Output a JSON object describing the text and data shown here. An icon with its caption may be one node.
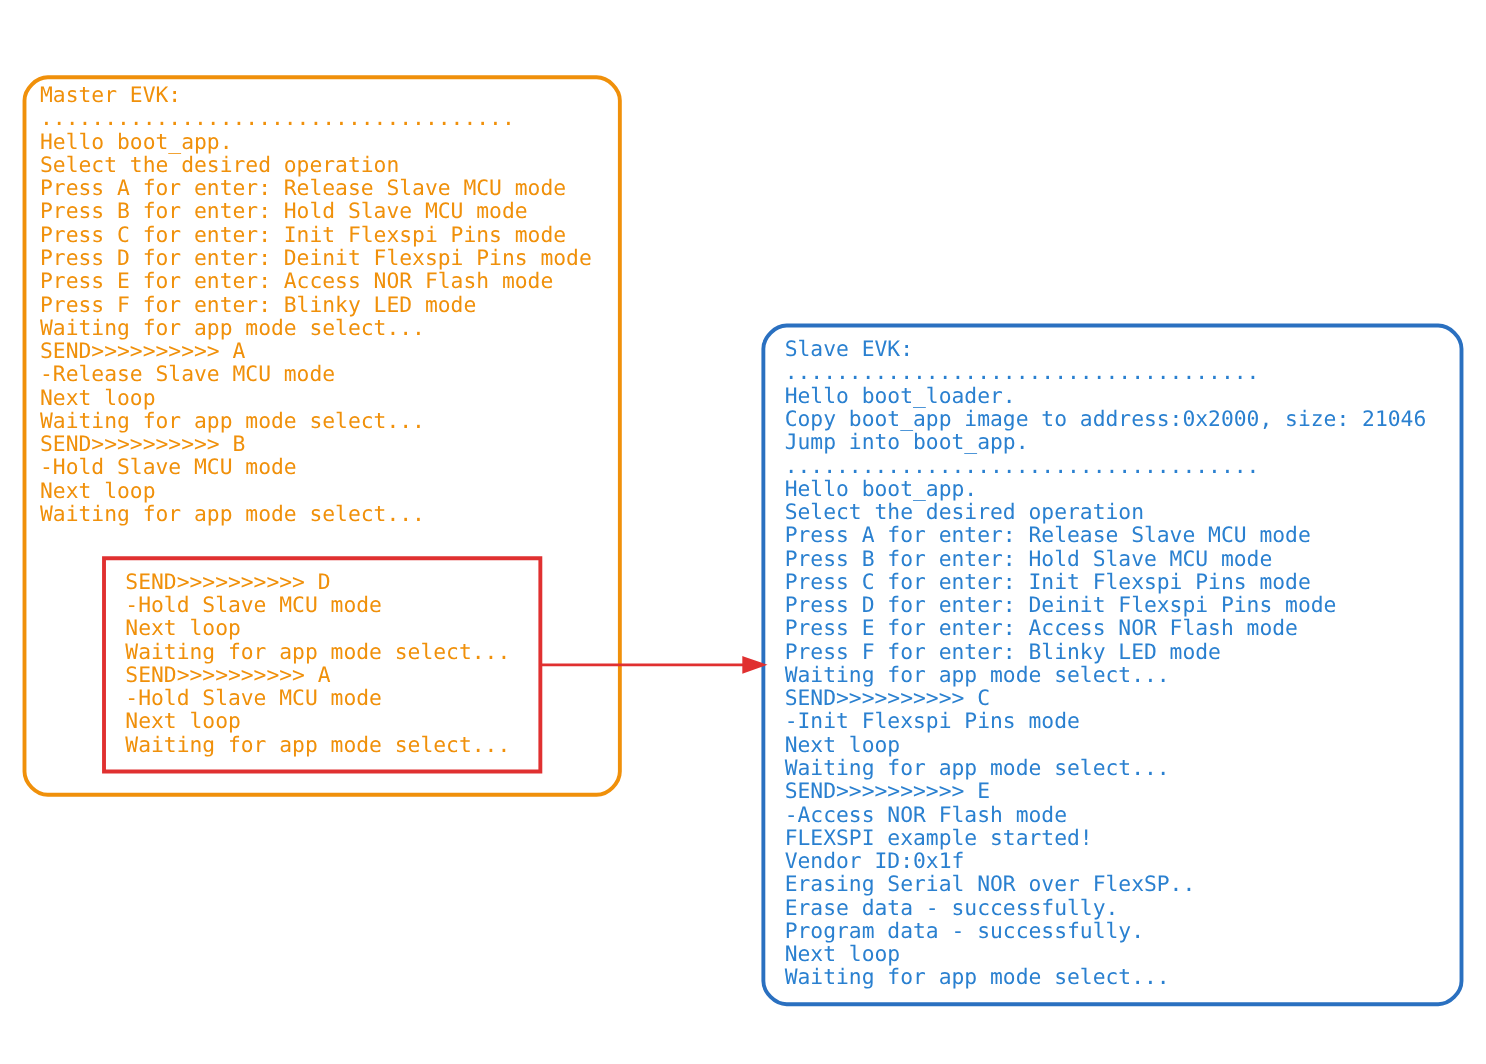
{
  "diagram": {
    "nodes": [
      {
        "text": [
          "Master EVK:",
          ".....................................",
          "Hello boot_app.",
          "Select the desired operation",
          "Press A for enter: Release Slave MCU mode",
          "Press B for enter: Hold Slave MCU mode",
          "Press C for enter: Init Flexspi Pins mode",
          "Press D for enter: Deinit Flexspi Pins mode",
          "Press E for enter: Access NOR Flash mode",
          "Press F for enter: Blinky LED mode",
          "Waiting for app mode select...",
          "SEND>>>>>>>>>> A",
          "-Release Slave MCU mode",
          "Next loop",
          "Waiting for app mode select...",
          "SEND>>>>>>>>>> B",
          "-Hold Slave MCU mode",
          "Next loop",
          "Waiting for app mode select..."
        ]
      },
      {
        "text": [
          "SEND>>>>>>>>>> D",
          "-Hold Slave MCU mode",
          "Next loop",
          "Waiting for app mode select...",
          "SEND>>>>>>>>>> A",
          "-Hold Slave MCU mode",
          "Next loop",
          "Waiting for app mode select..."
        ],
        "in": 0
      },
      {
        "text": [
          "Slave EVK:",
          ".....................................",
          "Hello boot_loader.",
          "Copy boot_app image to address:0x2000, size: 21046",
          "Jump into boot_app.",
          ".....................................",
          "Hello boot_app.",
          "Select the desired operation",
          "Press A for enter: Release Slave MCU mode",
          "Press B for enter: Hold Slave MCU mode",
          "Press C for enter: Init Flexspi Pins mode",
          "Press D for enter: Deinit Flexspi Pins mode",
          "Press E for enter: Access NOR Flash mode",
          "Press F for enter: Blinky LED mode",
          "Waiting for app mode select...",
          "SEND>>>>>>>>>> C",
          "-Init Flexspi Pins mode",
          "Next loop",
          "Waiting for app mode select...",
          "SEND>>>>>>>>>> E",
          "-Access NOR Flash mode",
          "FLEXSPI example started!",
          "Vendor ID:0x1f",
          "Erasing Serial NOR over FlexSP..",
          "Erase data - successfully.",
          "Program data - successfully.",
          "Next loop",
          "Waiting for app mode select..."
        ]
      }
    ],
    "edges": [
      {
        "from": 1,
        "to": 2,
        "arrow": "to",
        "color": "#e03030"
      }
    ]
  }
}
